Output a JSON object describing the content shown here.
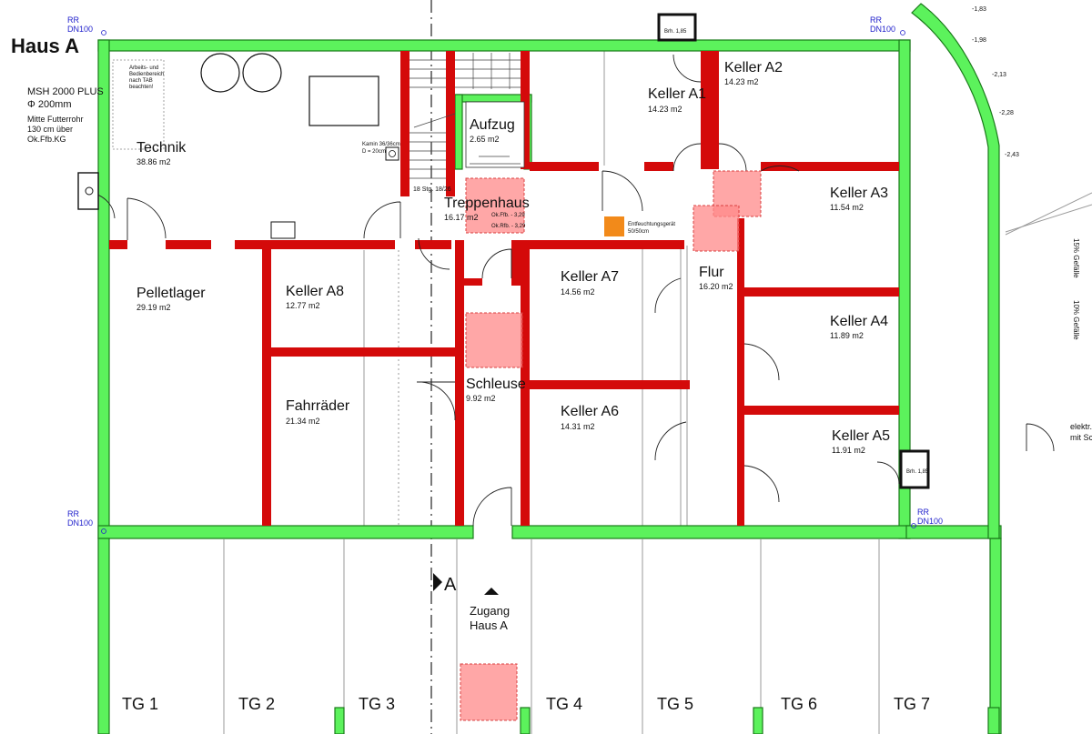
{
  "title": "Haus A",
  "rooms": {
    "technik": {
      "name": "Technik",
      "area": "38.86 m2"
    },
    "pelletlager": {
      "name": "Pelletlager",
      "area": "29.19 m2"
    },
    "keller_a8": {
      "name": "Keller A8",
      "area": "12.77 m2"
    },
    "fahrraeder": {
      "name": "Fahrräder",
      "area": "21.34 m2"
    },
    "treppenhaus": {
      "name": "Treppenhaus",
      "area": "16.17 m2"
    },
    "aufzug": {
      "name": "Aufzug",
      "area": "2.65 m2"
    },
    "schleuse": {
      "name": "Schleuse",
      "area": "9.92 m2"
    },
    "keller_a1": {
      "name": "Keller A1",
      "area": "14.23 m2"
    },
    "keller_a2": {
      "name": "Keller A2",
      "area": "14.23 m2"
    },
    "keller_a3": {
      "name": "Keller A3",
      "area": "11.54 m2"
    },
    "keller_a4": {
      "name": "Keller A4",
      "area": "11.89 m2"
    },
    "keller_a5": {
      "name": "Keller A5",
      "area": "11.91 m2"
    },
    "keller_a6": {
      "name": "Keller A6",
      "area": "14.31 m2"
    },
    "keller_a7": {
      "name": "Keller A7",
      "area": "14.56 m2"
    },
    "flur": {
      "name": "Flur",
      "area": "16.20 m2"
    }
  },
  "annotations": {
    "msh_line1": "MSH 2000 PLUS",
    "msh_line2": "Φ 200mm",
    "mitte_line1": "Mitte Futterrohr",
    "mitte_line2": "130 cm über",
    "mitte_line3": "Ok.Ffb.KG",
    "arbeits_line1": "Arbeits- und",
    "arbeits_line2": "Bedienbereich",
    "arbeits_line3": "nach TAB",
    "arbeits_line4": "beachten!",
    "kamin_line1": "Kamin 36/36cm",
    "kamin_line2": "D = 20cm",
    "stairs": "18 Stg. 18/26",
    "okffb": "Ok.Ffb. - 3,29",
    "okrfb": "Ok.Rfb. - 3,29",
    "entfeuchtung_line1": "Entfeuchtungsgerät",
    "entfeuchtung_line2": "50/50cm",
    "brh_top": "Brh. 1,85",
    "brh_right": "Brh. 1,85",
    "section_marker": "A",
    "zugang_line1": "Zugang",
    "zugang_line2": "Haus A",
    "elektr_line1": "elektr.",
    "elektr_line2": "mit Sch",
    "gefaelle_1": "15% Gefälle",
    "gefaelle_2": "10% Gefälle",
    "rr_tl_1": "RR",
    "rr_tl_2": "DN100",
    "rr_tr_1": "RR",
    "rr_tr_2": "DN100",
    "rr_bl_1": "RR",
    "rr_bl_2": "DN100",
    "rr_br_1": "RR",
    "rr_br_2": "DN100",
    "level_183": "-1,83",
    "level_198": "-1,98",
    "level_213": "-2,13",
    "level_228": "-2,28",
    "level_243": "-2,43"
  },
  "parking": [
    "TG 1",
    "TG 2",
    "TG 3",
    "TG 4",
    "TG 5",
    "TG 6",
    "TG 7"
  ],
  "colors": {
    "outer_wall": "#5cf25c",
    "inner_wall": "#d40a0a",
    "marker_box": "#ff8a8a",
    "device": "#f28a1a"
  }
}
